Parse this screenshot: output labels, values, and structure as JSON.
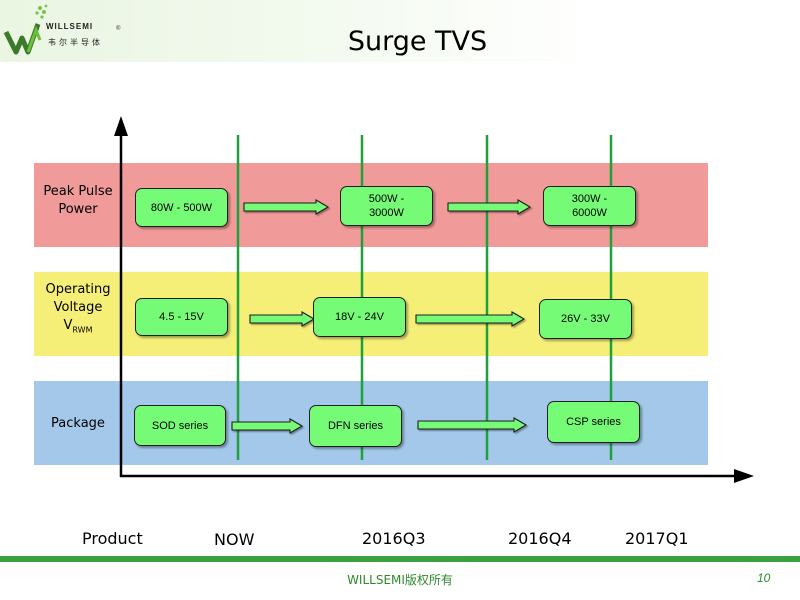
{
  "header": {
    "logo_text": "WILLSEMI",
    "logo_subtext": "韦尔半导体",
    "logo_registered": "®",
    "title": "Surge TVS"
  },
  "rows": [
    {
      "label_lines": [
        "Peak Pulse",
        "Power"
      ],
      "color": "#f19a9a",
      "boxes": [
        "80W - 500W",
        "500W -\n3000W",
        "300W -\n6000W"
      ]
    },
    {
      "label_lines": [
        "Operating",
        "Voltage"
      ],
      "label_symbol": "V",
      "label_subscript": "RWM",
      "color": "#f5ef78",
      "boxes": [
        "4.5 - 15V",
        "18V - 24V",
        "26V - 33V"
      ]
    },
    {
      "label_lines": [
        "Package"
      ],
      "color": "#a3c8ea",
      "boxes": [
        "SOD series",
        "DFN series",
        "CSP series"
      ]
    }
  ],
  "timeline": {
    "axis_title": "Product",
    "milestones": [
      "NOW",
      "2016Q3",
      "2016Q4",
      "2017Q1"
    ],
    "milestone_line_color": "#1ea03c"
  },
  "colors": {
    "box_fill": "#76fb76",
    "arrow_fill": "#76fb76",
    "footer_green": "#3aa040"
  },
  "footer": {
    "text": "WILLSEMI版权所有",
    "page_number": "10"
  }
}
